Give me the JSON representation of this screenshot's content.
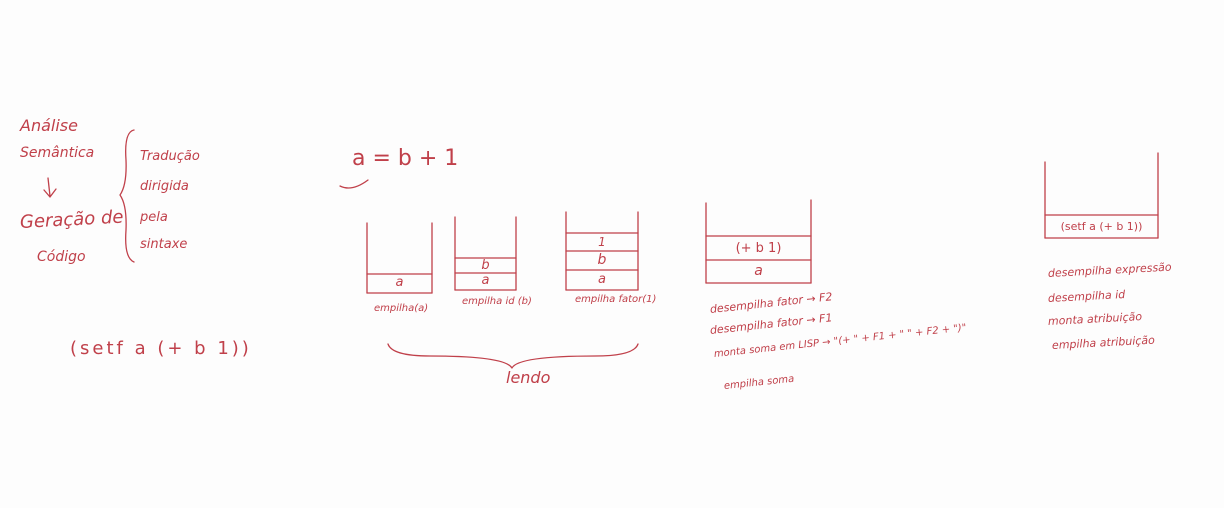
{
  "colors": {
    "ink": "#c0404a",
    "paper": "#fdfdfd"
  },
  "left_notes": {
    "analise": "Análise",
    "semantica": "Semântica",
    "arrow": "↓",
    "geracao": "Geração de",
    "codigo": "Código",
    "brace_lines": [
      "Tradução",
      "dirigida",
      "pela",
      "sintaxe"
    ]
  },
  "lisp_expr": "(setf a (+ b 1))",
  "equation": "a = b + 1",
  "stacks": [
    {
      "cells": [
        "a"
      ],
      "caption": "empilha(a)"
    },
    {
      "cells": [
        "b",
        "a"
      ],
      "caption": "empilha id (b)"
    },
    {
      "cells": [
        "1",
        "b",
        "a"
      ],
      "caption": "empilha fator(1)"
    }
  ],
  "brace_label": "lendo",
  "stack4": {
    "cells": [
      "(+ b 1)",
      "a"
    ],
    "notes": [
      "desempilha fator → F2",
      "desempilha fator → F1",
      "monta soma em LISP → \"(+ \" + F1 + \" \" + F2 + \")\"",
      "empilha soma"
    ]
  },
  "stack5": {
    "cells": [
      "(setf a (+ b 1))"
    ],
    "notes": [
      "desempilha expressão",
      "desempilha id",
      "monta atribuição",
      "empilha atribuição"
    ]
  }
}
